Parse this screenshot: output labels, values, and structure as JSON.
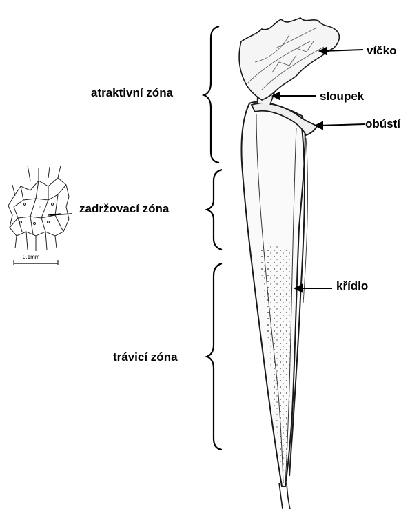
{
  "zones": {
    "attractive": "atraktivní zóna",
    "retention": "zadržovací zóna",
    "digestive": "trávicí zóna"
  },
  "parts": {
    "lid": "víčko",
    "column": "sloupek",
    "mouth": "obústí",
    "wing": "křídlo"
  },
  "inset": {
    "scale_label": "0,1mm"
  },
  "colors": {
    "line": "#1a1a1a",
    "background": "#ffffff"
  }
}
